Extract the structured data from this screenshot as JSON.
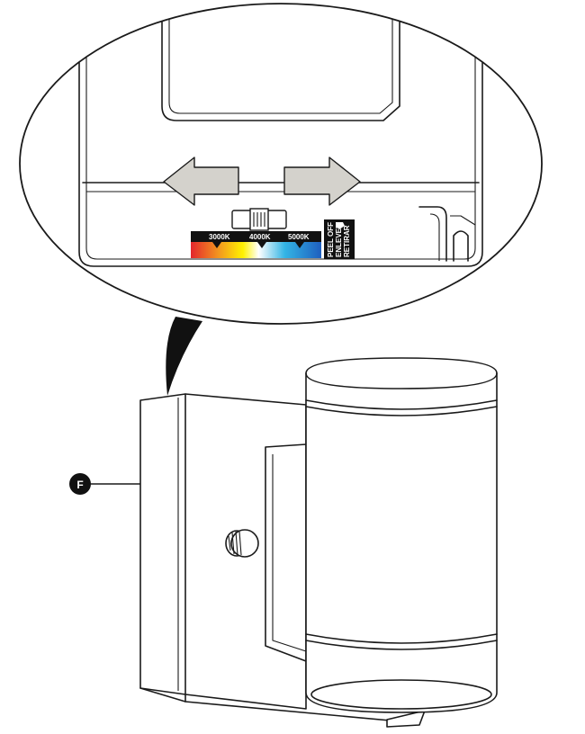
{
  "callout": {
    "letter": "F"
  },
  "cct_selector": {
    "options": [
      "3000K",
      "4000K",
      "5000K"
    ],
    "gradient_colors": [
      "#e3262d",
      "#f39a1e",
      "#fff200",
      "#ffffff",
      "#33b5e5",
      "#1f5fbf"
    ]
  },
  "peel_label": {
    "lines": [
      "PEEL OFF",
      "ENLEVER",
      "RETIRAR"
    ]
  },
  "arrow_color": "#d4d2cc",
  "line_color": "#1a1a1a"
}
